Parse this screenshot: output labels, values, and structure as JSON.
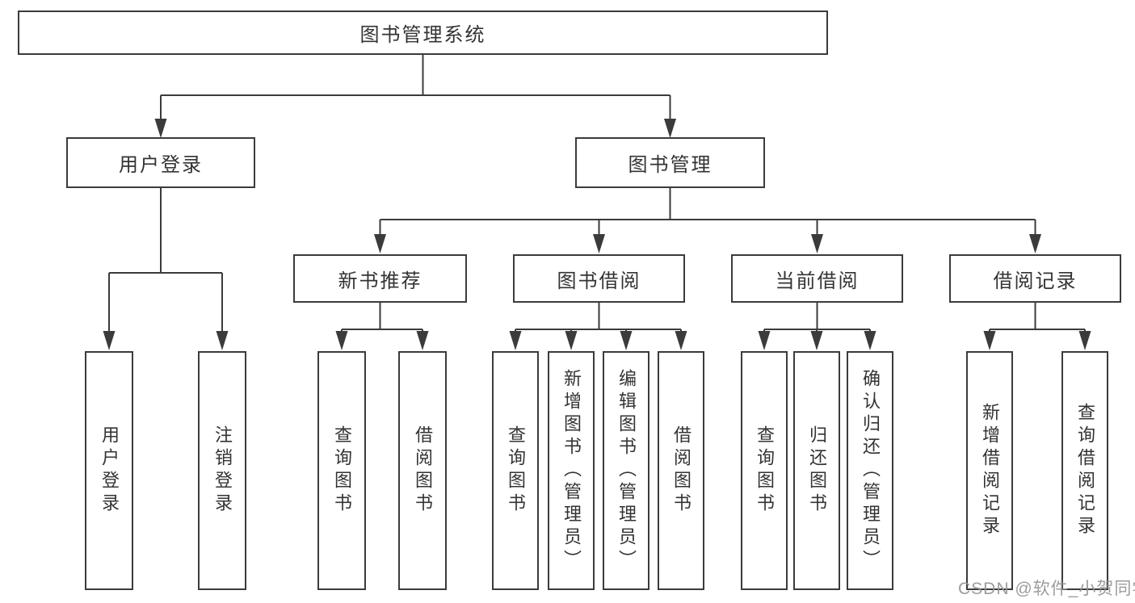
{
  "diagram": {
    "root": {
      "label": "图书管理系统"
    },
    "level2": [
      {
        "label": "用户登录"
      },
      {
        "label": "图书管理"
      }
    ],
    "level3": [
      {
        "label": "新书推荐"
      },
      {
        "label": "图书借阅"
      },
      {
        "label": "当前借阅"
      },
      {
        "label": "借阅记录"
      }
    ],
    "leaves": {
      "user_login": [
        "用户登录",
        "注销登录"
      ],
      "new_book": [
        "查询图书",
        "借阅图书"
      ],
      "borrow": [
        "查询图书",
        "新增图书（管理员）",
        "编辑图书（管理员）",
        "借阅图书"
      ],
      "current": [
        "查询图书",
        "归还图书",
        "确认归还（管理员）"
      ],
      "records": [
        "新增借阅记录",
        "查询借阅记录"
      ]
    }
  },
  "watermark": "CSDN @软件_小贺同学",
  "colors": {
    "line": "#3b3b3b",
    "text": "#333333",
    "background": "#ffffff",
    "watermark": "#949494"
  }
}
